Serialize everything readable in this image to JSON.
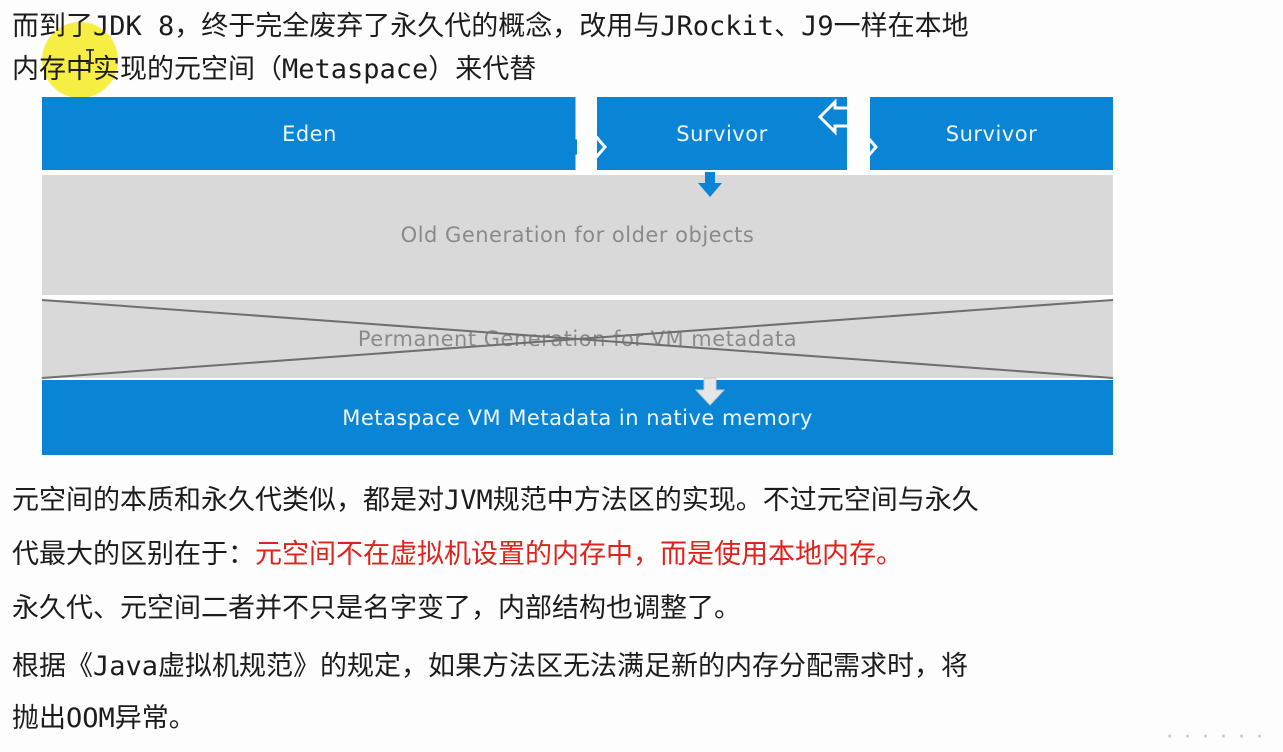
{
  "intro": {
    "line1": "而到了JDK 8，终于完全废弃了永久代的概念，改用与JRockit、J9一样在本地",
    "line2": "内存中实现的元空间（Metaspace）来代替"
  },
  "diagram": {
    "eden": "Eden",
    "survivor_from": "Survivor",
    "survivor_to": "Survivor",
    "old_generation": "Old Generation for older objects",
    "permanent_generation": "Permanent Generation for VM metadata",
    "metaspace": "Metaspace VM Metadata in native memory"
  },
  "body": {
    "p1_line1": "元空间的本质和永久代类似，都是对JVM规范中方法区的实现。不过元空间与永久",
    "p1_line2_start": "代最大的区别在于：",
    "p1_line2_highlight": "元空间不在虚拟机设置的内存中，而是使用本地内存。",
    "p2": "永久代、元空间二者并不只是名字变了，内部结构也调整了。",
    "p3_line1": "根据《Java虚拟机规范》的规定，如果方法区无法满足新的内存分配需求时，将",
    "p3_line2": "抛出OOM异常。"
  },
  "colors": {
    "blue": "#0a85d6",
    "grey": "#d9d9d9",
    "highlight_red": "#e0221c",
    "cursor_yellow": "#f5ec28"
  }
}
